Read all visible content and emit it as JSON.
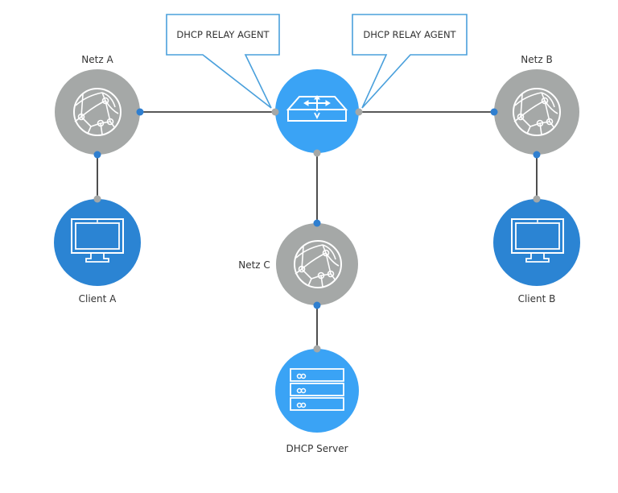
{
  "colors": {
    "network_fill": "#a5a8a7",
    "router_fill": "#3aa3f5",
    "client_fill": "#2b84d3",
    "server_fill": "#3aa3f5",
    "connector_blue": "#2f7fd0",
    "connector_gray": "#a5a8a7",
    "line": "#222222",
    "callout_border": "#4aa0dc",
    "icon_stroke": "#ffffff"
  },
  "callouts": [
    {
      "id": "relay-left",
      "text": "DHCP RELAY AGENT"
    },
    {
      "id": "relay-right",
      "text": "DHCP RELAY AGENT"
    }
  ],
  "nodes": {
    "netz_a": {
      "label": "Netz A",
      "type": "network",
      "icon": "globe-network-icon"
    },
    "netz_b": {
      "label": "Netz B",
      "type": "network",
      "icon": "globe-network-icon"
    },
    "netz_c": {
      "label": "Netz C",
      "type": "network",
      "icon": "globe-network-icon"
    },
    "router": {
      "label": "",
      "type": "router",
      "icon": "router-icon",
      "role": "DHCP RELAY AGENT"
    },
    "client_a": {
      "label": "Client A",
      "type": "client",
      "icon": "monitor-icon"
    },
    "client_b": {
      "label": "Client B",
      "type": "client",
      "icon": "monitor-icon"
    },
    "dhcp_server": {
      "label": "DHCP Server",
      "type": "server",
      "icon": "server-rack-icon"
    }
  },
  "edges": [
    {
      "from": "netz_a",
      "to": "router"
    },
    {
      "from": "router",
      "to": "netz_b"
    },
    {
      "from": "router",
      "to": "netz_c"
    },
    {
      "from": "netz_a",
      "to": "client_a"
    },
    {
      "from": "netz_b",
      "to": "client_b"
    },
    {
      "from": "netz_c",
      "to": "dhcp_server"
    }
  ]
}
